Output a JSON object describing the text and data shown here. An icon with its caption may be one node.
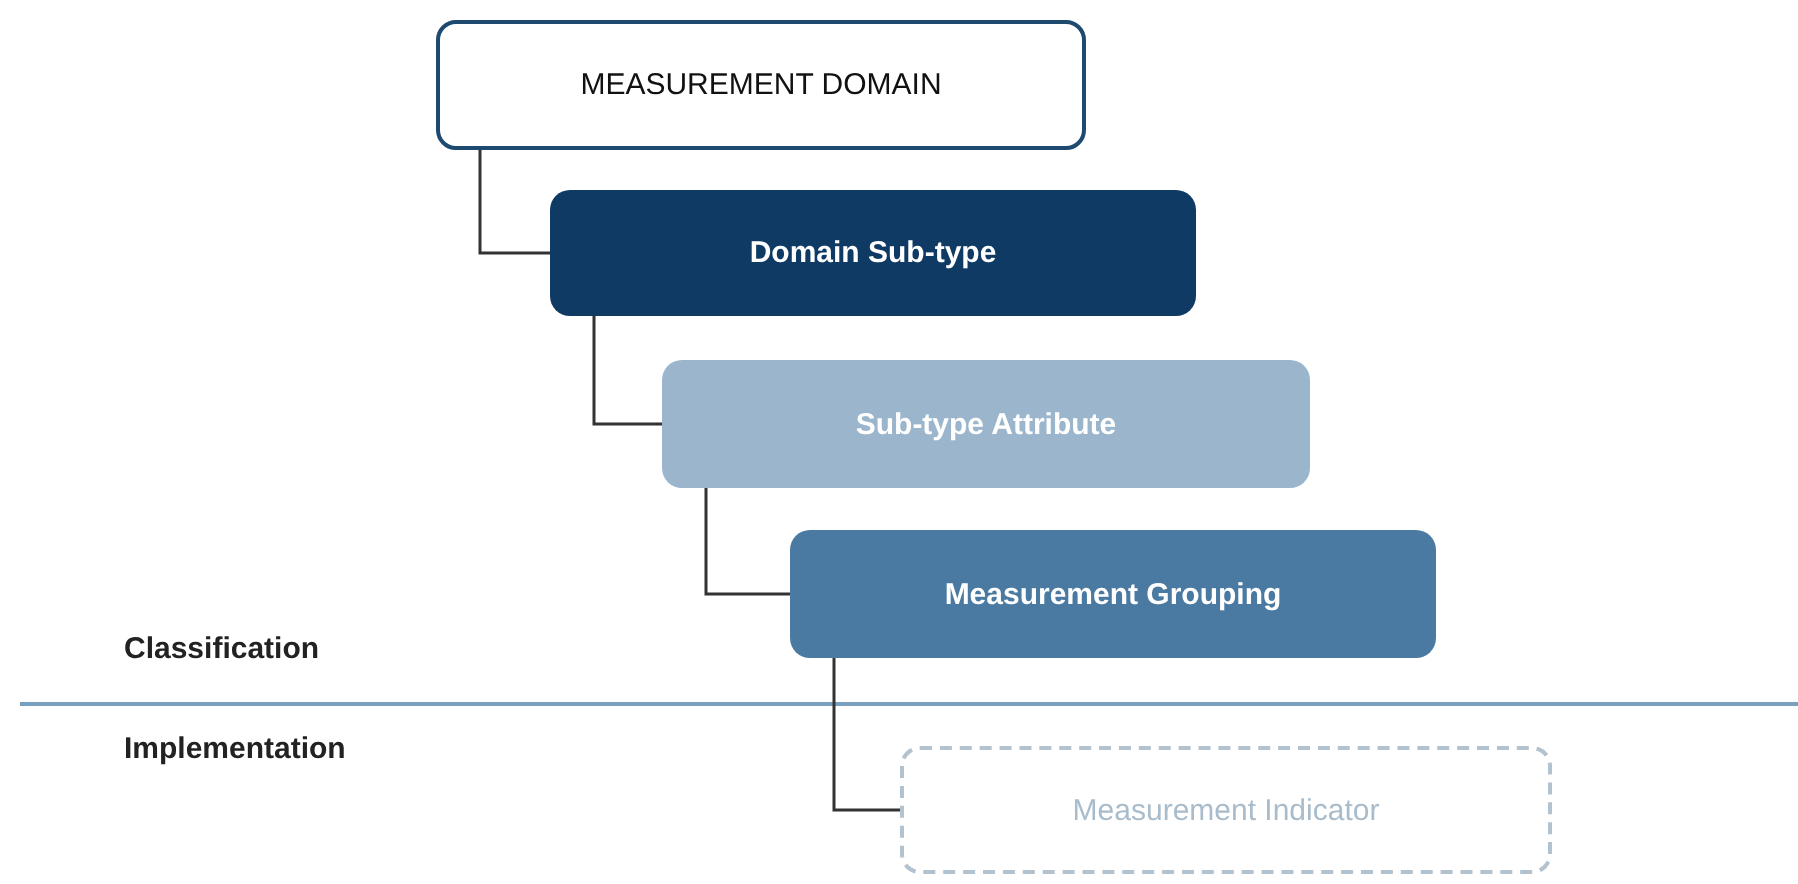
{
  "diagram": {
    "nodes": [
      {
        "text": [
          "MEASUREMENT DOMAIN"
        ]
      },
      {
        "text": [
          "Domain Sub-type"
        ]
      },
      {
        "text": [
          "Sub-type Attribute"
        ]
      },
      {
        "text": [
          "Measurement Grouping"
        ]
      },
      {
        "text": [
          "Measurement Indicator"
        ]
      }
    ],
    "edges": [
      {
        "from": 0,
        "to": 1,
        "arrow": "none"
      },
      {
        "from": 1,
        "to": 2,
        "arrow": "none"
      },
      {
        "from": 2,
        "to": 3,
        "arrow": "none"
      },
      {
        "from": 3,
        "to": 4,
        "arrow": "none"
      }
    ],
    "labels": [
      "Classification",
      "Implementation"
    ]
  }
}
